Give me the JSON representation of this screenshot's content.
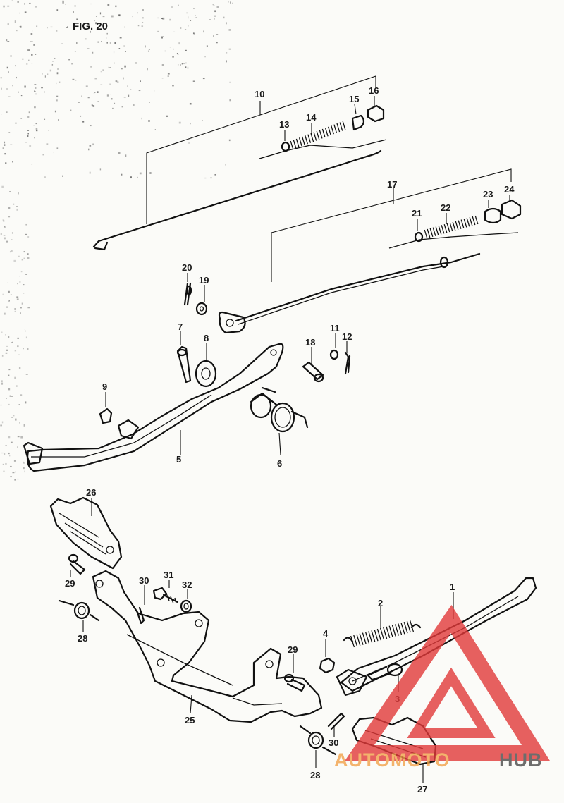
{
  "figure": {
    "title": "FIG. 20"
  },
  "callouts": [
    {
      "id": "1",
      "label": "1"
    },
    {
      "id": "2",
      "label": "2"
    },
    {
      "id": "3",
      "label": "3"
    },
    {
      "id": "4",
      "label": "4"
    },
    {
      "id": "5",
      "label": "5"
    },
    {
      "id": "6",
      "label": "6"
    },
    {
      "id": "7",
      "label": "7"
    },
    {
      "id": "8",
      "label": "8"
    },
    {
      "id": "9",
      "label": "9"
    },
    {
      "id": "10",
      "label": "10"
    },
    {
      "id": "11",
      "label": "11"
    },
    {
      "id": "12",
      "label": "12"
    },
    {
      "id": "13",
      "label": "13"
    },
    {
      "id": "14",
      "label": "14"
    },
    {
      "id": "15",
      "label": "15"
    },
    {
      "id": "16",
      "label": "16"
    },
    {
      "id": "17",
      "label": "17"
    },
    {
      "id": "18",
      "label": "18"
    },
    {
      "id": "19",
      "label": "19"
    },
    {
      "id": "20",
      "label": "20"
    },
    {
      "id": "21",
      "label": "21"
    },
    {
      "id": "22",
      "label": "22"
    },
    {
      "id": "23",
      "label": "23"
    },
    {
      "id": "24",
      "label": "24"
    },
    {
      "id": "25",
      "label": "25"
    },
    {
      "id": "26",
      "label": "26"
    },
    {
      "id": "27",
      "label": "27"
    },
    {
      "id": "28a",
      "label": "28"
    },
    {
      "id": "28b",
      "label": "28"
    },
    {
      "id": "29a",
      "label": "29"
    },
    {
      "id": "29b",
      "label": "29"
    },
    {
      "id": "30a",
      "label": "30"
    },
    {
      "id": "30b",
      "label": "30"
    },
    {
      "id": "31",
      "label": "31"
    },
    {
      "id": "32",
      "label": "32"
    }
  ],
  "watermark": {
    "text_a": "AUTOMOTO",
    "text_b": "HUB",
    "color_a": "#f2a24a",
    "color_b": "#4a4a4a",
    "triangle_color": "#e23a3a"
  }
}
